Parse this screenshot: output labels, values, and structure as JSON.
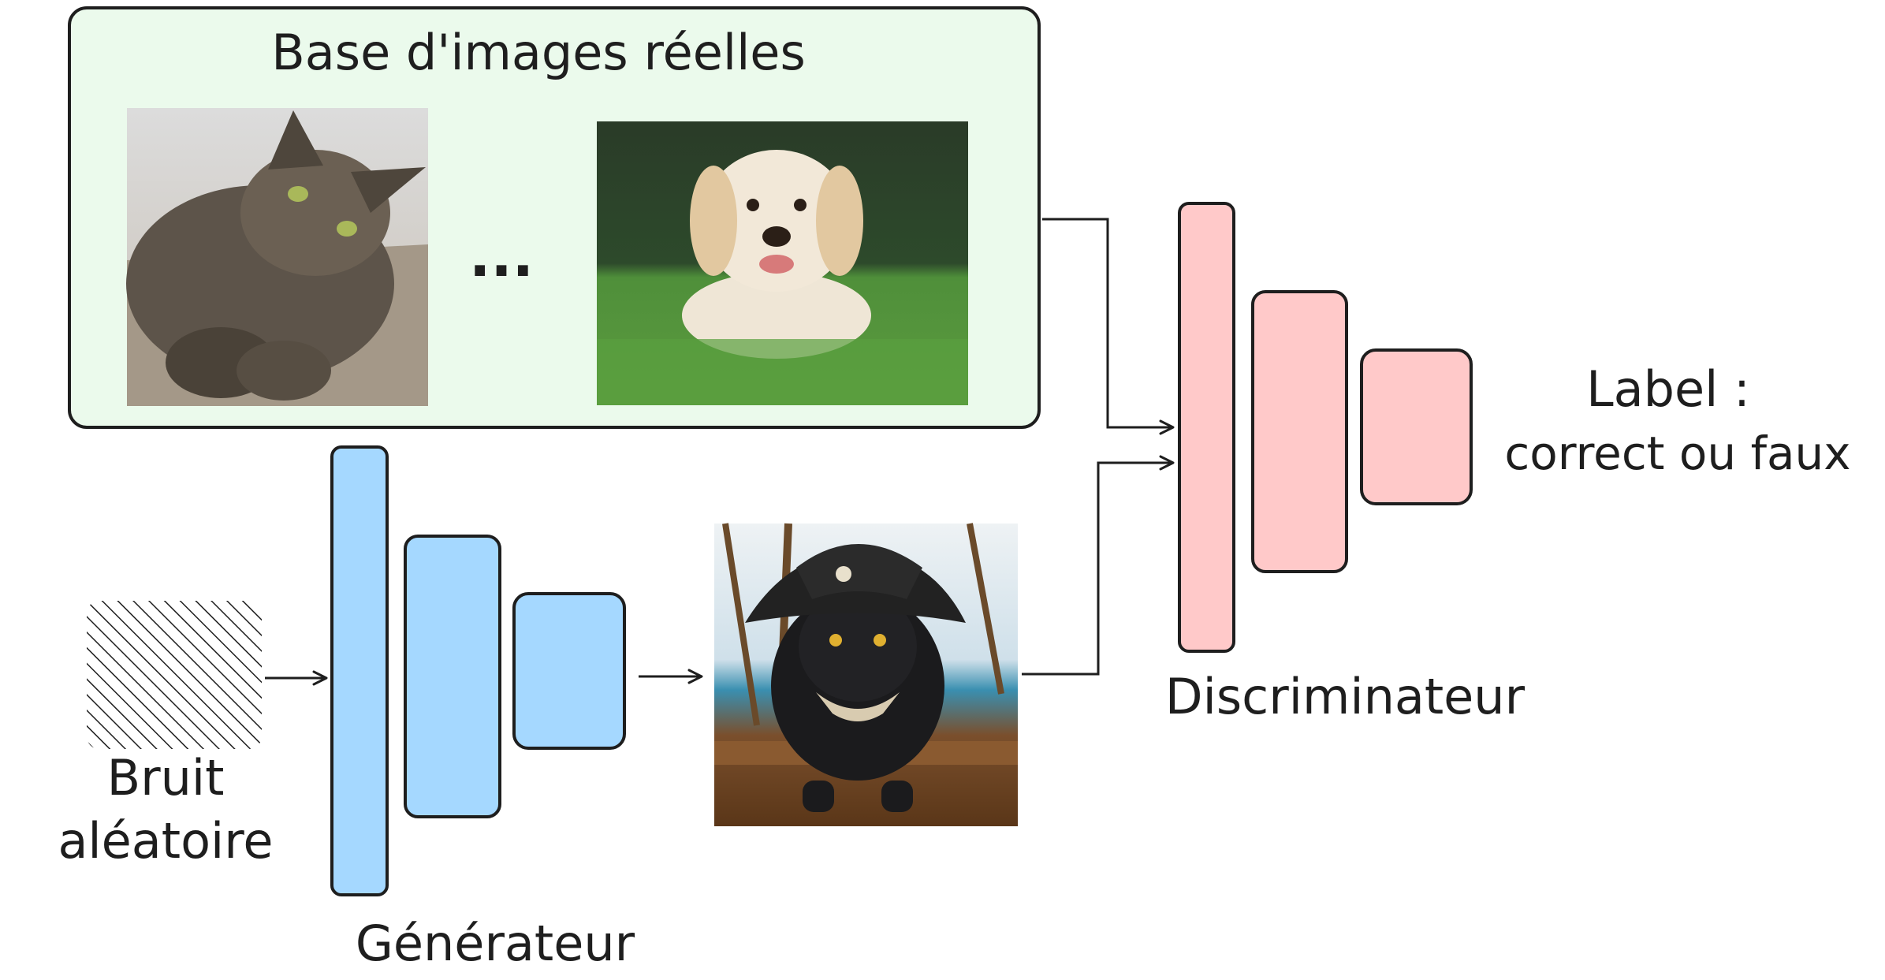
{
  "title": "Base d'images réelles",
  "ellipsis": "...",
  "noise_label_line1": "Bruit",
  "noise_label_line2": "aléatoire",
  "generator_label": "Générateur",
  "discriminator_label": "Discriminateur",
  "output_label_line1": "Label :",
  "output_label_line2": "correct ou faux",
  "images": {
    "real_cat": "cat-photo",
    "real_dog": "dog-photo",
    "fake_pirate_cat": "pirate-cat-photo"
  },
  "colors": {
    "dataset_fill": "#ebfaec",
    "generator_fill": "#a5d8ff",
    "discriminator_fill": "#ffc9c9",
    "stroke": "#1e1e1e"
  }
}
